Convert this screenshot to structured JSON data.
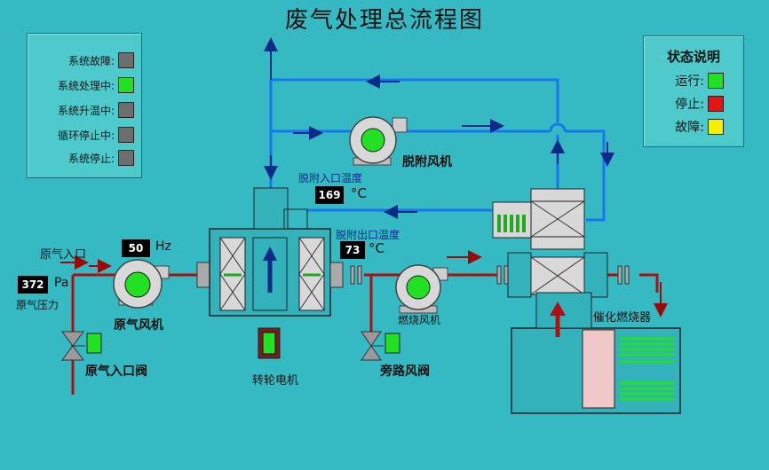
{
  "title": "废气处理总流程图",
  "system_legend": [
    {
      "label": "系统故障:",
      "color": "#6e6e6e"
    },
    {
      "label": "系统处理中:",
      "color": "#22e022"
    },
    {
      "label": "系统升温中:",
      "color": "#6e6e6e"
    },
    {
      "label": "循环停止中:",
      "color": "#6e6e6e"
    },
    {
      "label": "系统停止:",
      "color": "#6e6e6e"
    }
  ],
  "status_legend": {
    "title": "状态说明",
    "items": [
      {
        "label": "运行:",
        "color": "#22e022"
      },
      {
        "label": "停止:",
        "color": "#e01515"
      },
      {
        "label": "故障:",
        "color": "#f5f000"
      }
    ]
  },
  "labels": {
    "raw_air_inlet": "原气入口",
    "raw_pressure": "原气压力",
    "raw_fan": "原气风机",
    "raw_inlet_valve": "原气入口阀",
    "rotor_motor": "转轮电机",
    "desorb_fan": "脱附风机",
    "burner_fan": "燃烧风机",
    "bypass_valve": "旁路风阀",
    "catalytic_burner": "催化燃烧器",
    "desorb_in_temp": "脱附入口温度",
    "desorb_out_temp": "脱附出口温度"
  },
  "readouts": {
    "pressure_value": "372",
    "pressure_unit": "Pa",
    "freq_value": "50",
    "freq_unit": "Hz",
    "in_temp_value": "169",
    "in_temp_unit": "°C",
    "out_temp_value": "73",
    "out_temp_unit": "°C"
  },
  "colors": {
    "background": "#35bac4",
    "blue_pipe": "#1677f0",
    "red_pipe": "#b01010",
    "running": "#22e022"
  }
}
